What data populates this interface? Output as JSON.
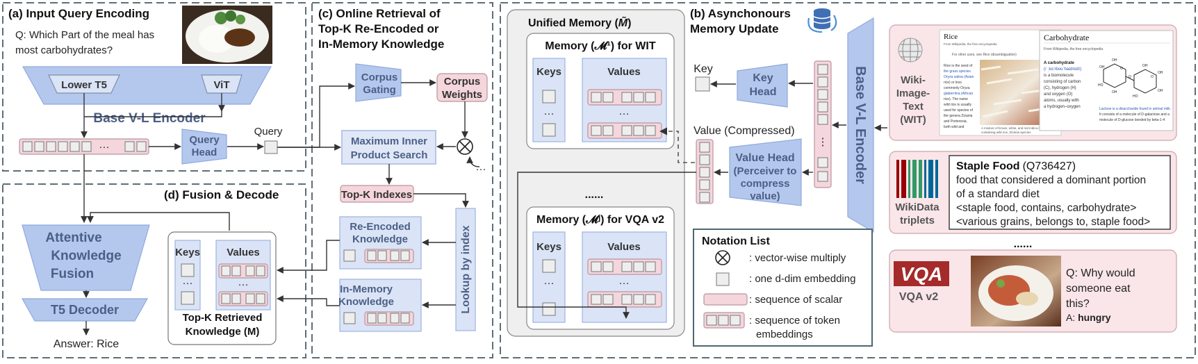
{
  "panels": {
    "a": {
      "title": "(a) Input Query Encoding",
      "question": [
        "Q: Which Part of the meal has",
        "most carbohydrates?"
      ]
    },
    "b": {
      "title": [
        "(b) Asynchonours",
        "Memory Update"
      ]
    },
    "c": {
      "title": [
        "(c) Online Retrieval of",
        "Top-K Re-Encoded or",
        "In-Memory Knowledge"
      ]
    },
    "d": {
      "title": "(d) Fusion & Decode"
    }
  },
  "encoder": {
    "lower_t5": "Lower T5",
    "vit": "ViT",
    "base": "Base V-L Encoder",
    "ellipsis": "···"
  },
  "query_head": [
    "Query",
    "Head"
  ],
  "query_label": "Query",
  "corpus_gating": [
    "Corpus",
    "Gating"
  ],
  "corpus_weights": [
    "Corpus",
    "Weights"
  ],
  "mips": [
    "Maximum Inner",
    "Product Search"
  ],
  "topk_indexes": "Top-K Indexes",
  "lookup": "Lookup by index",
  "re_encoded": [
    "Re-Encoded",
    "Knowledge"
  ],
  "in_memory": [
    "In-Memory",
    "Knowledge"
  ],
  "fusion": [
    "Attentive",
    "Knowledge",
    "Fusion"
  ],
  "t5_decoder": "T5 Decoder",
  "answer": "Answer: Rice",
  "topk_retrieved": {
    "keys": "Keys",
    "values": "Values",
    "caption": [
      "Top-K Retrieved",
      "Knowledge (M)"
    ]
  },
  "unified_memory": {
    "title": "Unified Memory (",
    "title_symbol": "M̃",
    "title_end": ")",
    "wit_title": "Memory (𝓜¹) for WIT",
    "vqa_title": "Memory (𝓜ʲ) for VQA v2",
    "keys": "Keys",
    "values": "Values",
    "dots": "......",
    "vdots": "⋮",
    "hdots": "···"
  },
  "key_label": "Key",
  "key_head": [
    "Key",
    "Head"
  ],
  "value_compressed": "Value (Compressed)",
  "value_head": [
    "Value Head",
    "(Perceiver to",
    "compress",
    "value)"
  ],
  "base_encoder_vertical": "Base V-L Encoder",
  "wit": {
    "label": [
      "Wiki-",
      "Image-",
      "Text",
      "(WIT)"
    ],
    "rice_title": "Rice",
    "rice_sub": "From Wikipedia, the free encyclopedia",
    "rice_other": "For other uses, see Rice (disambiguation)",
    "rice_text": [
      "Rice is the seed of",
      "the grass species",
      "Oryza sativa (Asian",
      "rice) or less",
      "commonly Oryza",
      "glaberrima (African",
      "rice). The name",
      "wild rice is usually",
      "used for species of",
      "the genera Zizania",
      "and Porteresia,",
      "both wild and"
    ],
    "rice_caption": [
      "A mixture of brown, white, and red indica rice,",
      "containing wild rice, Zizania species"
    ],
    "carb_title": "Carbohydrate",
    "carb_sub": "From Wikipedia, the free encyclopedia",
    "carb_text": [
      "A carbohydrate",
      "(/ ˌkɑːrbouˈhaɪdreɪt/)",
      "is a biomolecule",
      "consisting of carbon",
      "(C), hydrogen (H)",
      "and oxygen (O)",
      "atoms, usually with",
      "a hydrogen–oxygen"
    ],
    "carb_caption": [
      "Lactose is a disaccharide found in animal milk.",
      "It consists of a molecule of D-galactose and a",
      "molecule of D-glucose bonded by beta-1-4"
    ],
    "mol_labels": [
      "OH",
      "HO",
      "OH",
      "O",
      "O",
      "OH",
      "OH",
      "OH",
      "O",
      "HO",
      "OH"
    ]
  },
  "wikidata": {
    "label": [
      "WikiData",
      "triplets"
    ],
    "title": "Staple Food",
    "qid": "(Q736427)",
    "lines": [
      "food that considered a dominant portion",
      "of a standard diet",
      "<staple food, contains, carbohydrate>",
      "<various grains, belongs to, staple food>"
    ]
  },
  "more_dots": "......",
  "vqa": {
    "logo": "VQA",
    "label": "VQA v2",
    "question": [
      "Q: Why would",
      "someone eat",
      "this?"
    ],
    "answer_prefix": "A: ",
    "answer": "hungry"
  },
  "notation": {
    "title": "Notation List",
    "items": [
      ": vector-wise multiply",
      ": one d-dim embedding",
      ": sequence of scalar",
      ": sequence of token",
      "embeddings"
    ]
  },
  "colors": {
    "blue": "#b4c8ee",
    "light_blue": "#dae4f6",
    "pink": "#f4d6dc",
    "panel_pink": "#fae6e9",
    "dashed_border": "#5e6e75"
  }
}
